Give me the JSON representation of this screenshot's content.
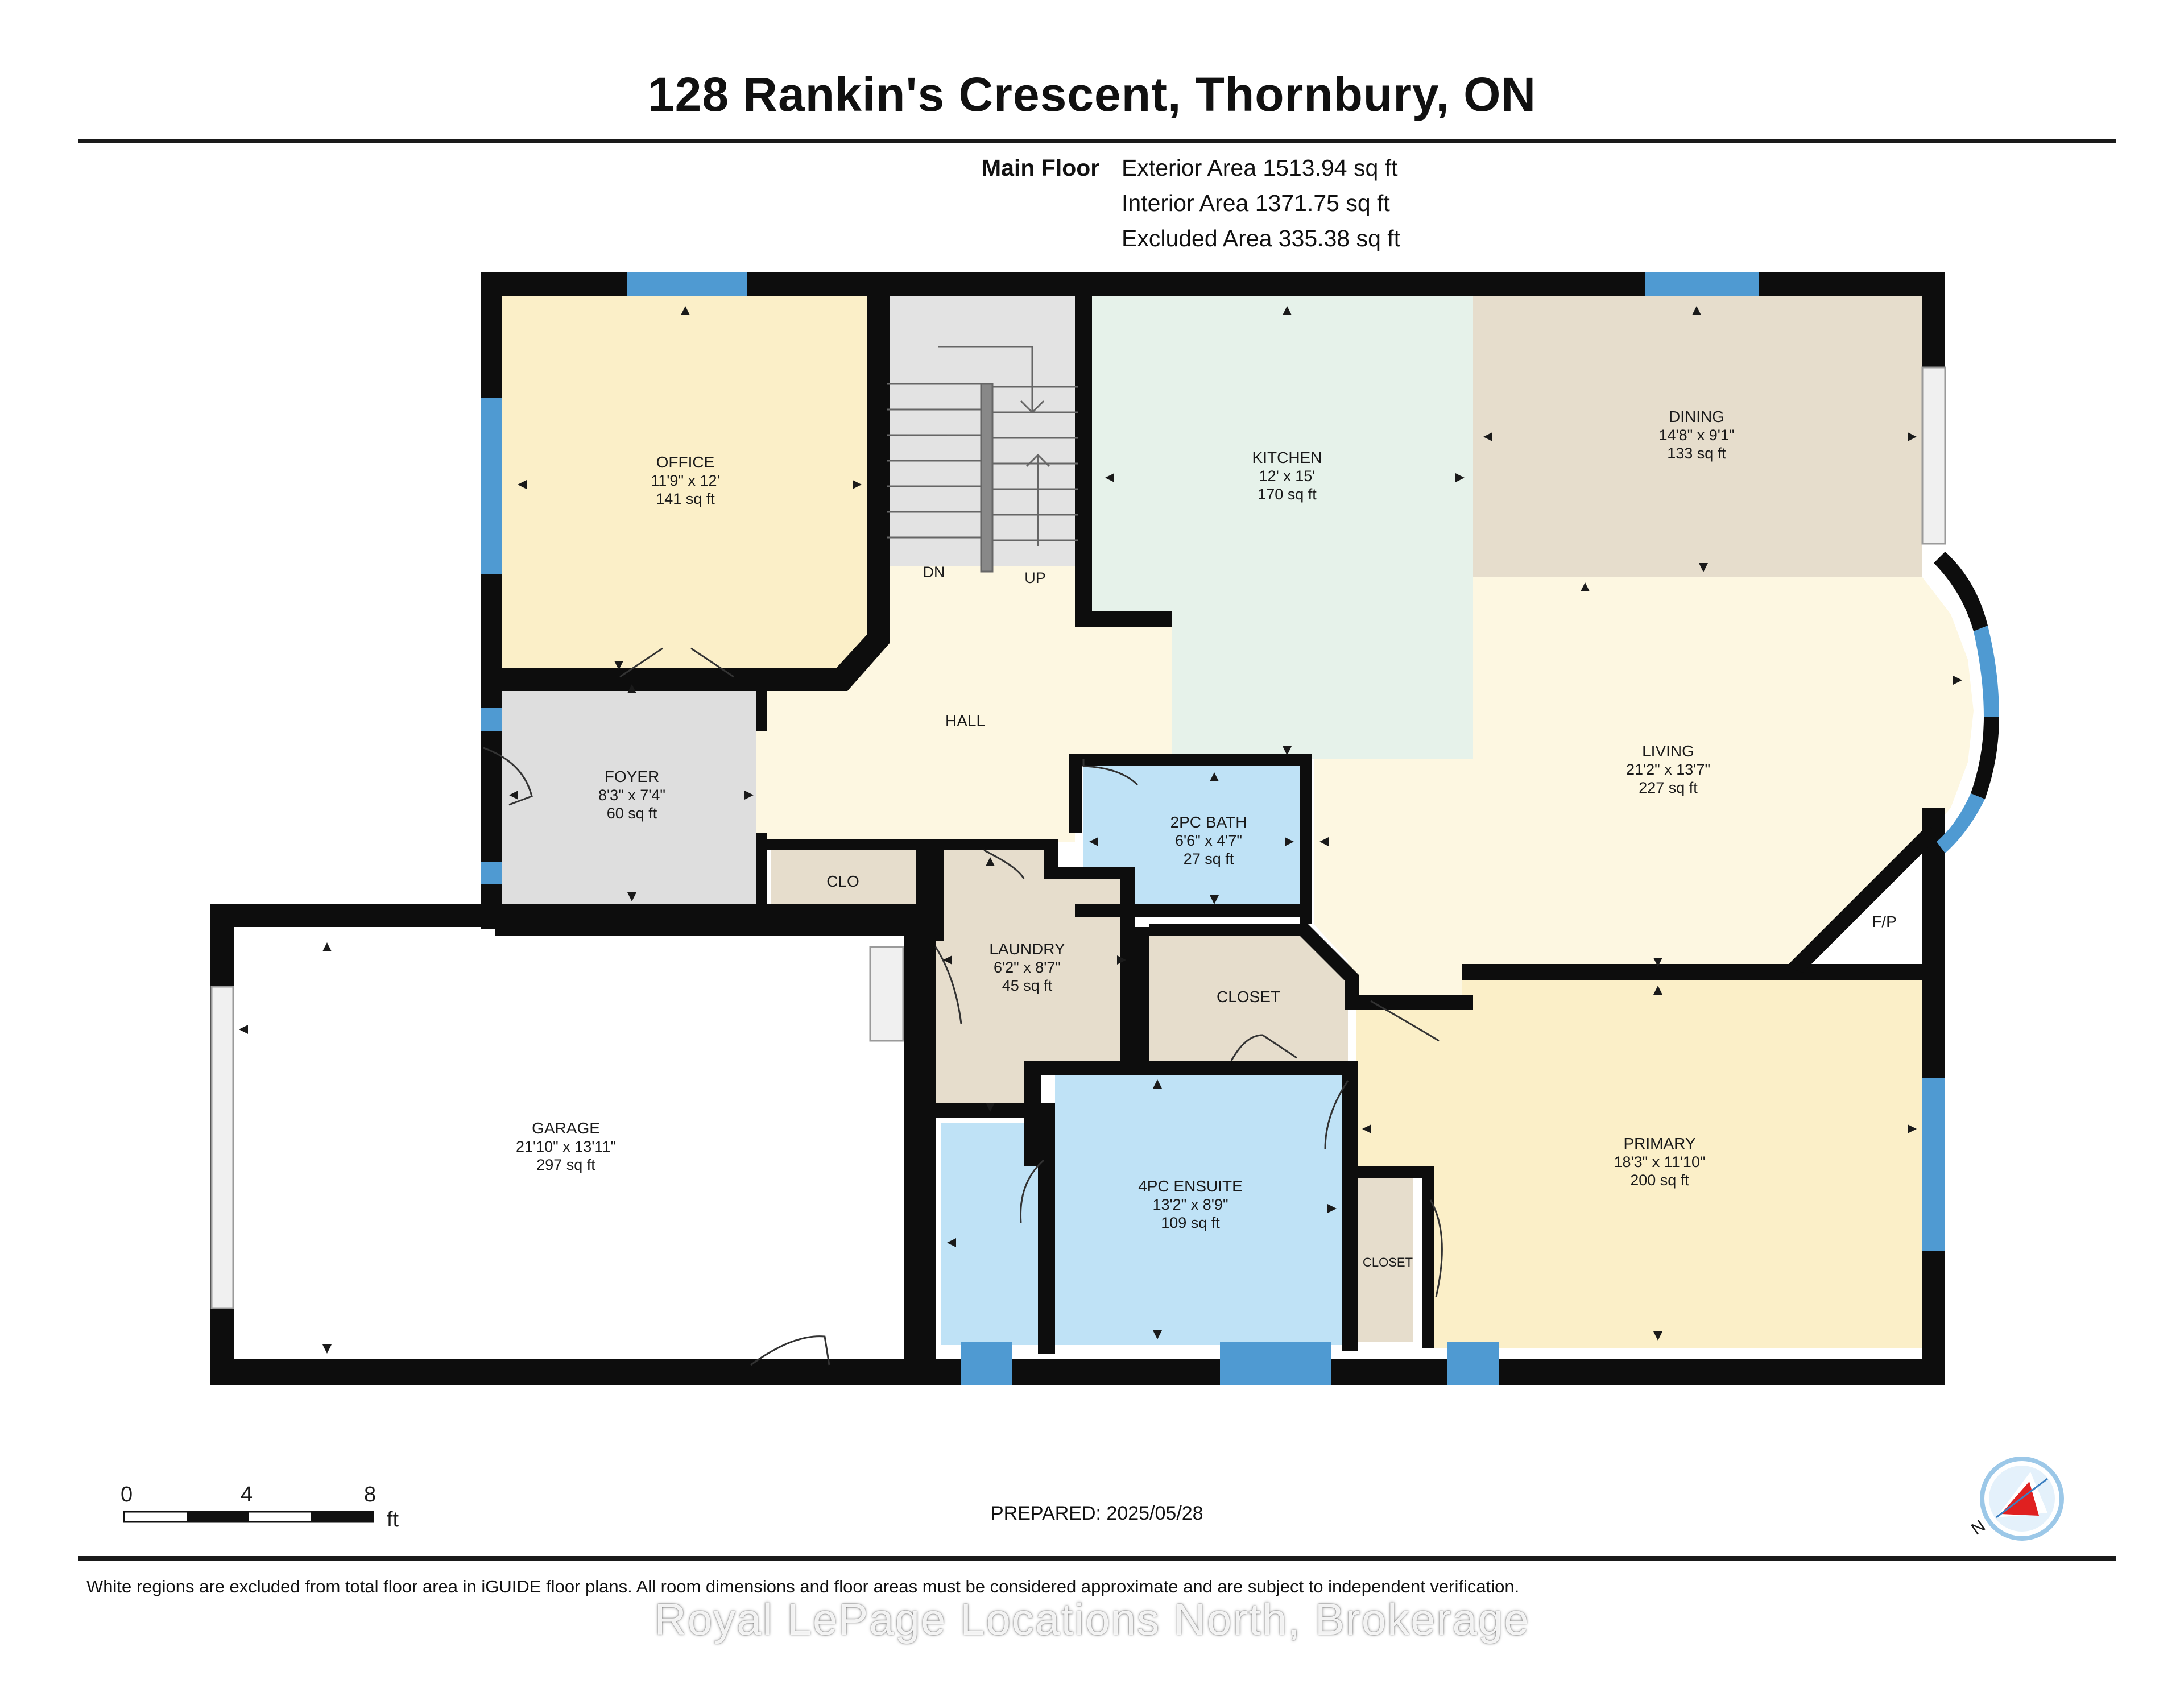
{
  "title": "128 Rankin's Crescent, Thornbury, ON",
  "floor": {
    "label": "Main Floor",
    "areas": [
      "Exterior Area 1513.94 sq ft",
      "Interior Area 1371.75 sq ft",
      "Excluded Area 335.38 sq ft"
    ]
  },
  "rooms": {
    "office": {
      "name": "OFFICE",
      "dims": "11'9\" x 12'",
      "area": "141 sq ft"
    },
    "kitchen": {
      "name": "KITCHEN",
      "dims": "12' x 15'",
      "area": "170 sq ft"
    },
    "dining": {
      "name": "DINING",
      "dims": "14'8\" x 9'1\"",
      "area": "133 sq ft"
    },
    "hall": {
      "name": "HALL"
    },
    "foyer": {
      "name": "FOYER",
      "dims": "8'3\" x 7'4\"",
      "area": "60 sq ft"
    },
    "living": {
      "name": "LIVING",
      "dims": "21'2\" x 13'7\"",
      "area": "227 sq ft"
    },
    "bath2": {
      "name": "2PC BATH",
      "dims": "6'6\" x 4'7\"",
      "area": "27 sq ft"
    },
    "clo": {
      "name": "CLO"
    },
    "laundry": {
      "name": "LAUNDRY",
      "dims": "6'2\" x 8'7\"",
      "area": "45 sq ft"
    },
    "closet": {
      "name": "CLOSET"
    },
    "fp": {
      "name": "F/P"
    },
    "garage": {
      "name": "GARAGE",
      "dims": "21'10\" x 13'11\"",
      "area": "297 sq ft"
    },
    "ensuite": {
      "name": "4PC ENSUITE",
      "dims": "13'2\" x 8'9\"",
      "area": "109 sq ft"
    },
    "primary": {
      "name": "PRIMARY",
      "dims": "18'3\" x 11'10\"",
      "area": "200 sq ft"
    },
    "closet_small": {
      "name": "CLOSET"
    }
  },
  "stairs": {
    "down": "DN",
    "up": "UP"
  },
  "scale_bar": {
    "ticks": [
      "0",
      "4",
      "8"
    ],
    "unit": "ft"
  },
  "prepared": "PREPARED: 2025/05/28",
  "compass": {
    "letter": "N"
  },
  "disclaimer": "White regions are excluded from total floor area in iGUIDE floor plans. All room dimensions and floor areas must be considered approximate and are subject to independent verification.",
  "watermark": "Royal LePage Locations North, Brokerage",
  "colors": {
    "office": "#fbefc8",
    "kitchen": "#e6f2ea",
    "dining": "#e6ddcc",
    "hall": "#fdf7e1",
    "foyer": "#dedede",
    "bath": "#bfe2f6",
    "laundry": "#e6ddcc",
    "primary": "#fbefc8",
    "wall": "#0d0d0d",
    "window": "#4f9ad2"
  }
}
